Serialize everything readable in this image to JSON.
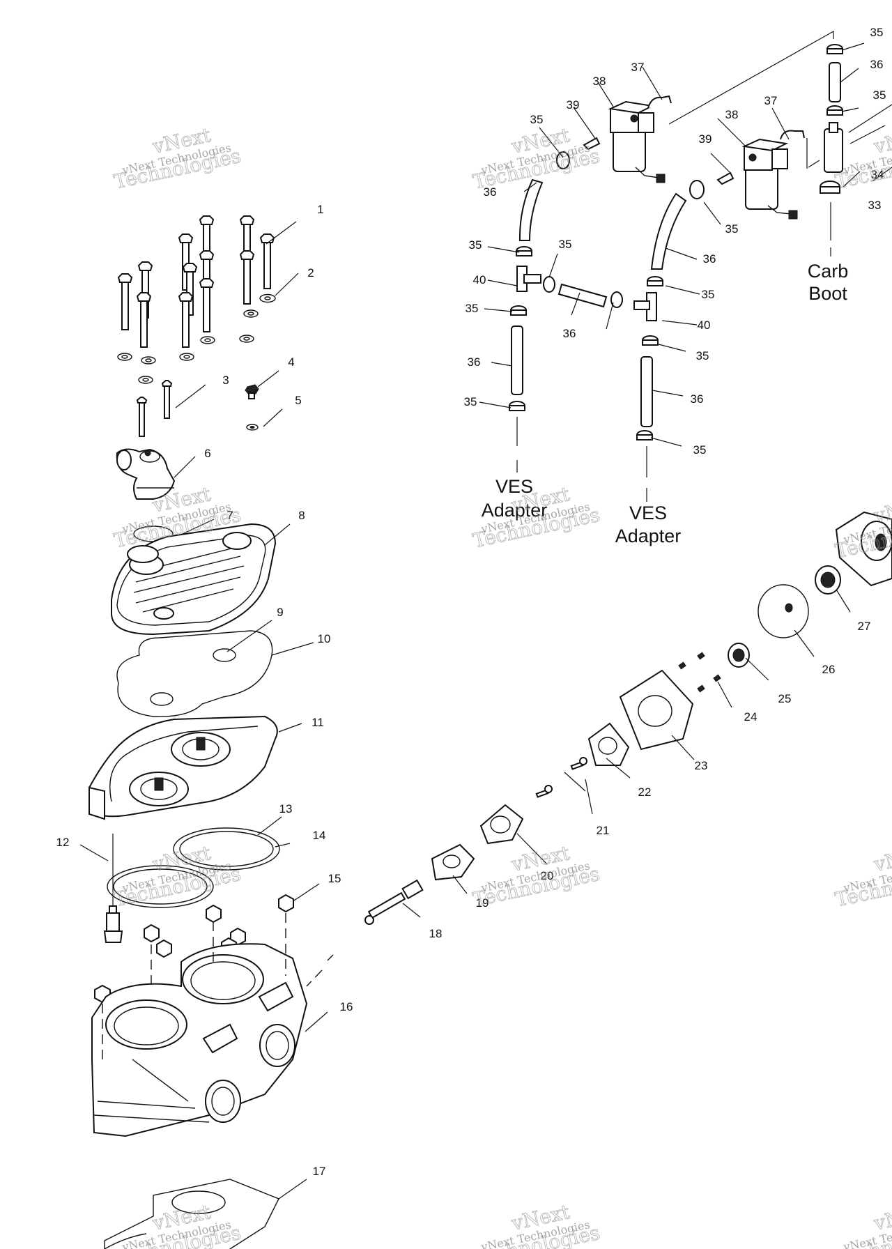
{
  "callouts": [
    {
      "n": "1"
    },
    {
      "n": "2"
    },
    {
      "n": "3"
    },
    {
      "n": "4"
    },
    {
      "n": "5"
    },
    {
      "n": "6"
    },
    {
      "n": "7"
    },
    {
      "n": "8"
    },
    {
      "n": "9"
    },
    {
      "n": "10"
    },
    {
      "n": "11"
    },
    {
      "n": "12"
    },
    {
      "n": "13"
    },
    {
      "n": "14"
    },
    {
      "n": "15"
    },
    {
      "n": "16"
    },
    {
      "n": "17"
    },
    {
      "n": "18"
    },
    {
      "n": "19"
    },
    {
      "n": "20"
    },
    {
      "n": "21"
    },
    {
      "n": "22"
    },
    {
      "n": "23"
    },
    {
      "n": "24"
    },
    {
      "n": "25"
    },
    {
      "n": "26"
    },
    {
      "n": "27"
    },
    {
      "n": "35"
    },
    {
      "n": "36"
    },
    {
      "n": "35"
    },
    {
      "n": "34"
    },
    {
      "n": "33"
    },
    {
      "n": "37"
    },
    {
      "n": "38"
    },
    {
      "n": "39"
    },
    {
      "n": "35"
    },
    {
      "n": "36"
    },
    {
      "n": "35"
    },
    {
      "n": "40"
    },
    {
      "n": "35"
    },
    {
      "n": "36"
    },
    {
      "n": "35"
    },
    {
      "n": "35"
    },
    {
      "n": "36"
    },
    {
      "n": "37"
    },
    {
      "n": "38"
    },
    {
      "n": "39"
    },
    {
      "n": "35"
    },
    {
      "n": "36"
    },
    {
      "n": "35"
    },
    {
      "n": "40"
    },
    {
      "n": "35"
    },
    {
      "n": "36"
    },
    {
      "n": "35"
    }
  ],
  "big_labels": {
    "carb": [
      "Carb",
      "Boot"
    ],
    "ves1": [
      "VES",
      "Adapter"
    ],
    "ves2": [
      "VES",
      "Adapter"
    ]
  },
  "watermark": {
    "line1": "vNext Technologies",
    "line2": "vNext",
    "line3": "Technologies"
  }
}
